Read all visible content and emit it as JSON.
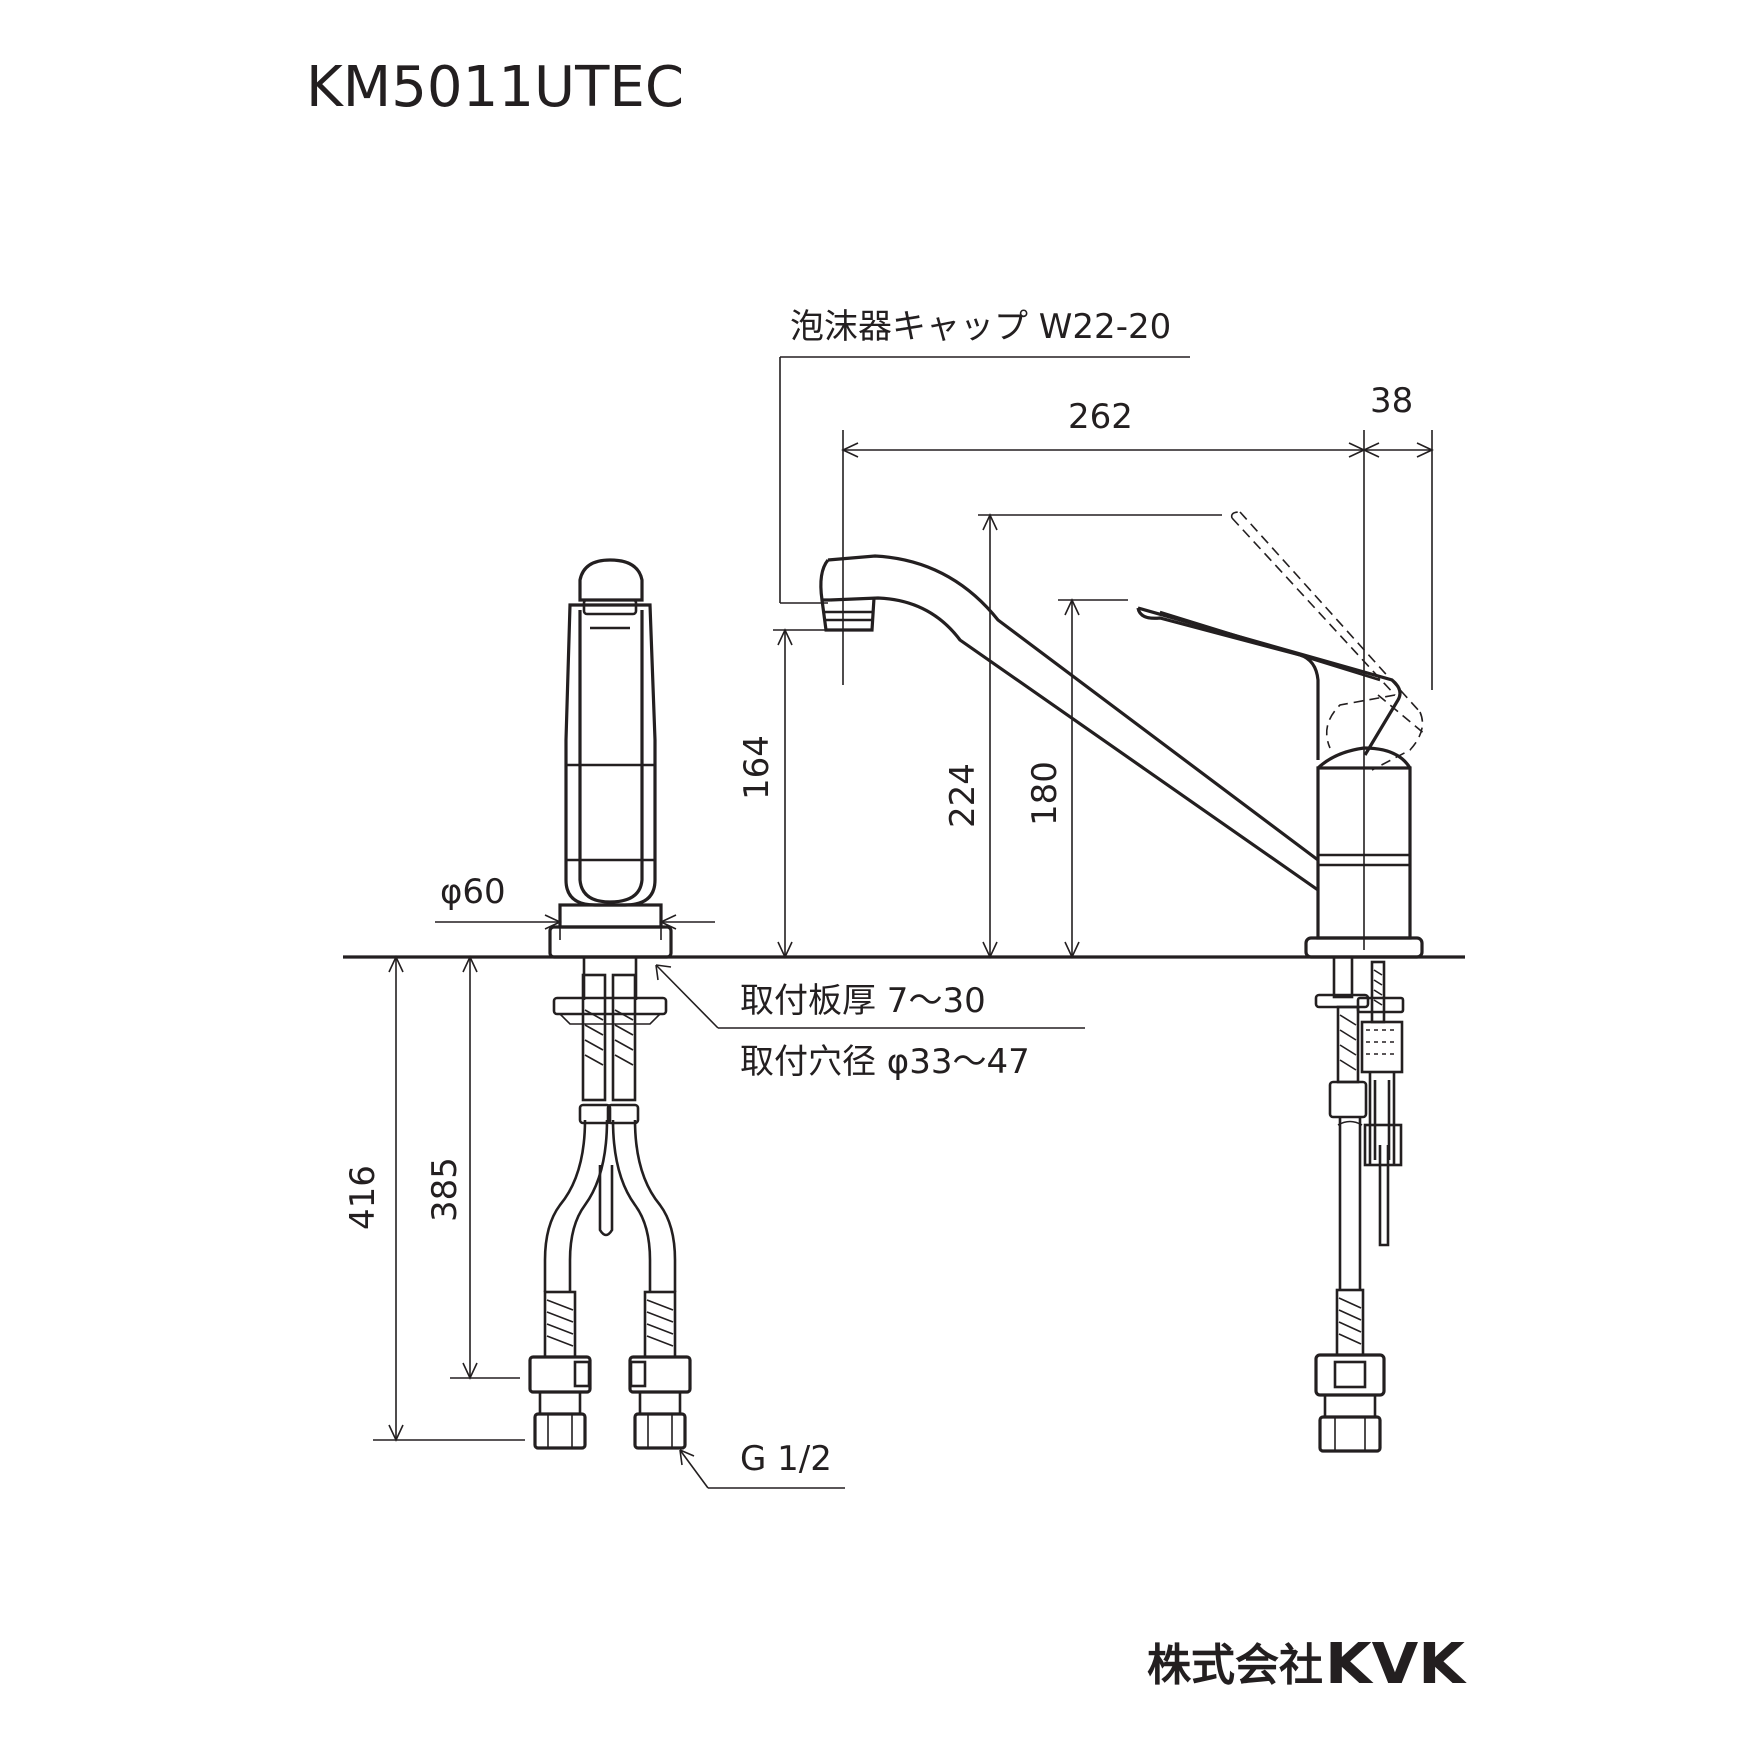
{
  "title": "KM5011UTEC",
  "brand": {
    "prefix": "株式会社",
    "name": "KVK"
  },
  "labels": {
    "aerator_cap": "泡沫器キャップ W22-20",
    "plate_thickness": "取付板厚 7〜30",
    "hole_diameter": "取付穴径 φ33〜47",
    "thread": "G 1/2",
    "base_diameter": "φ60"
  },
  "dimensions": {
    "d262": "262",
    "d38": "38",
    "d164": "164",
    "d224": "224",
    "d180": "180",
    "d416": "416",
    "d385": "385"
  }
}
